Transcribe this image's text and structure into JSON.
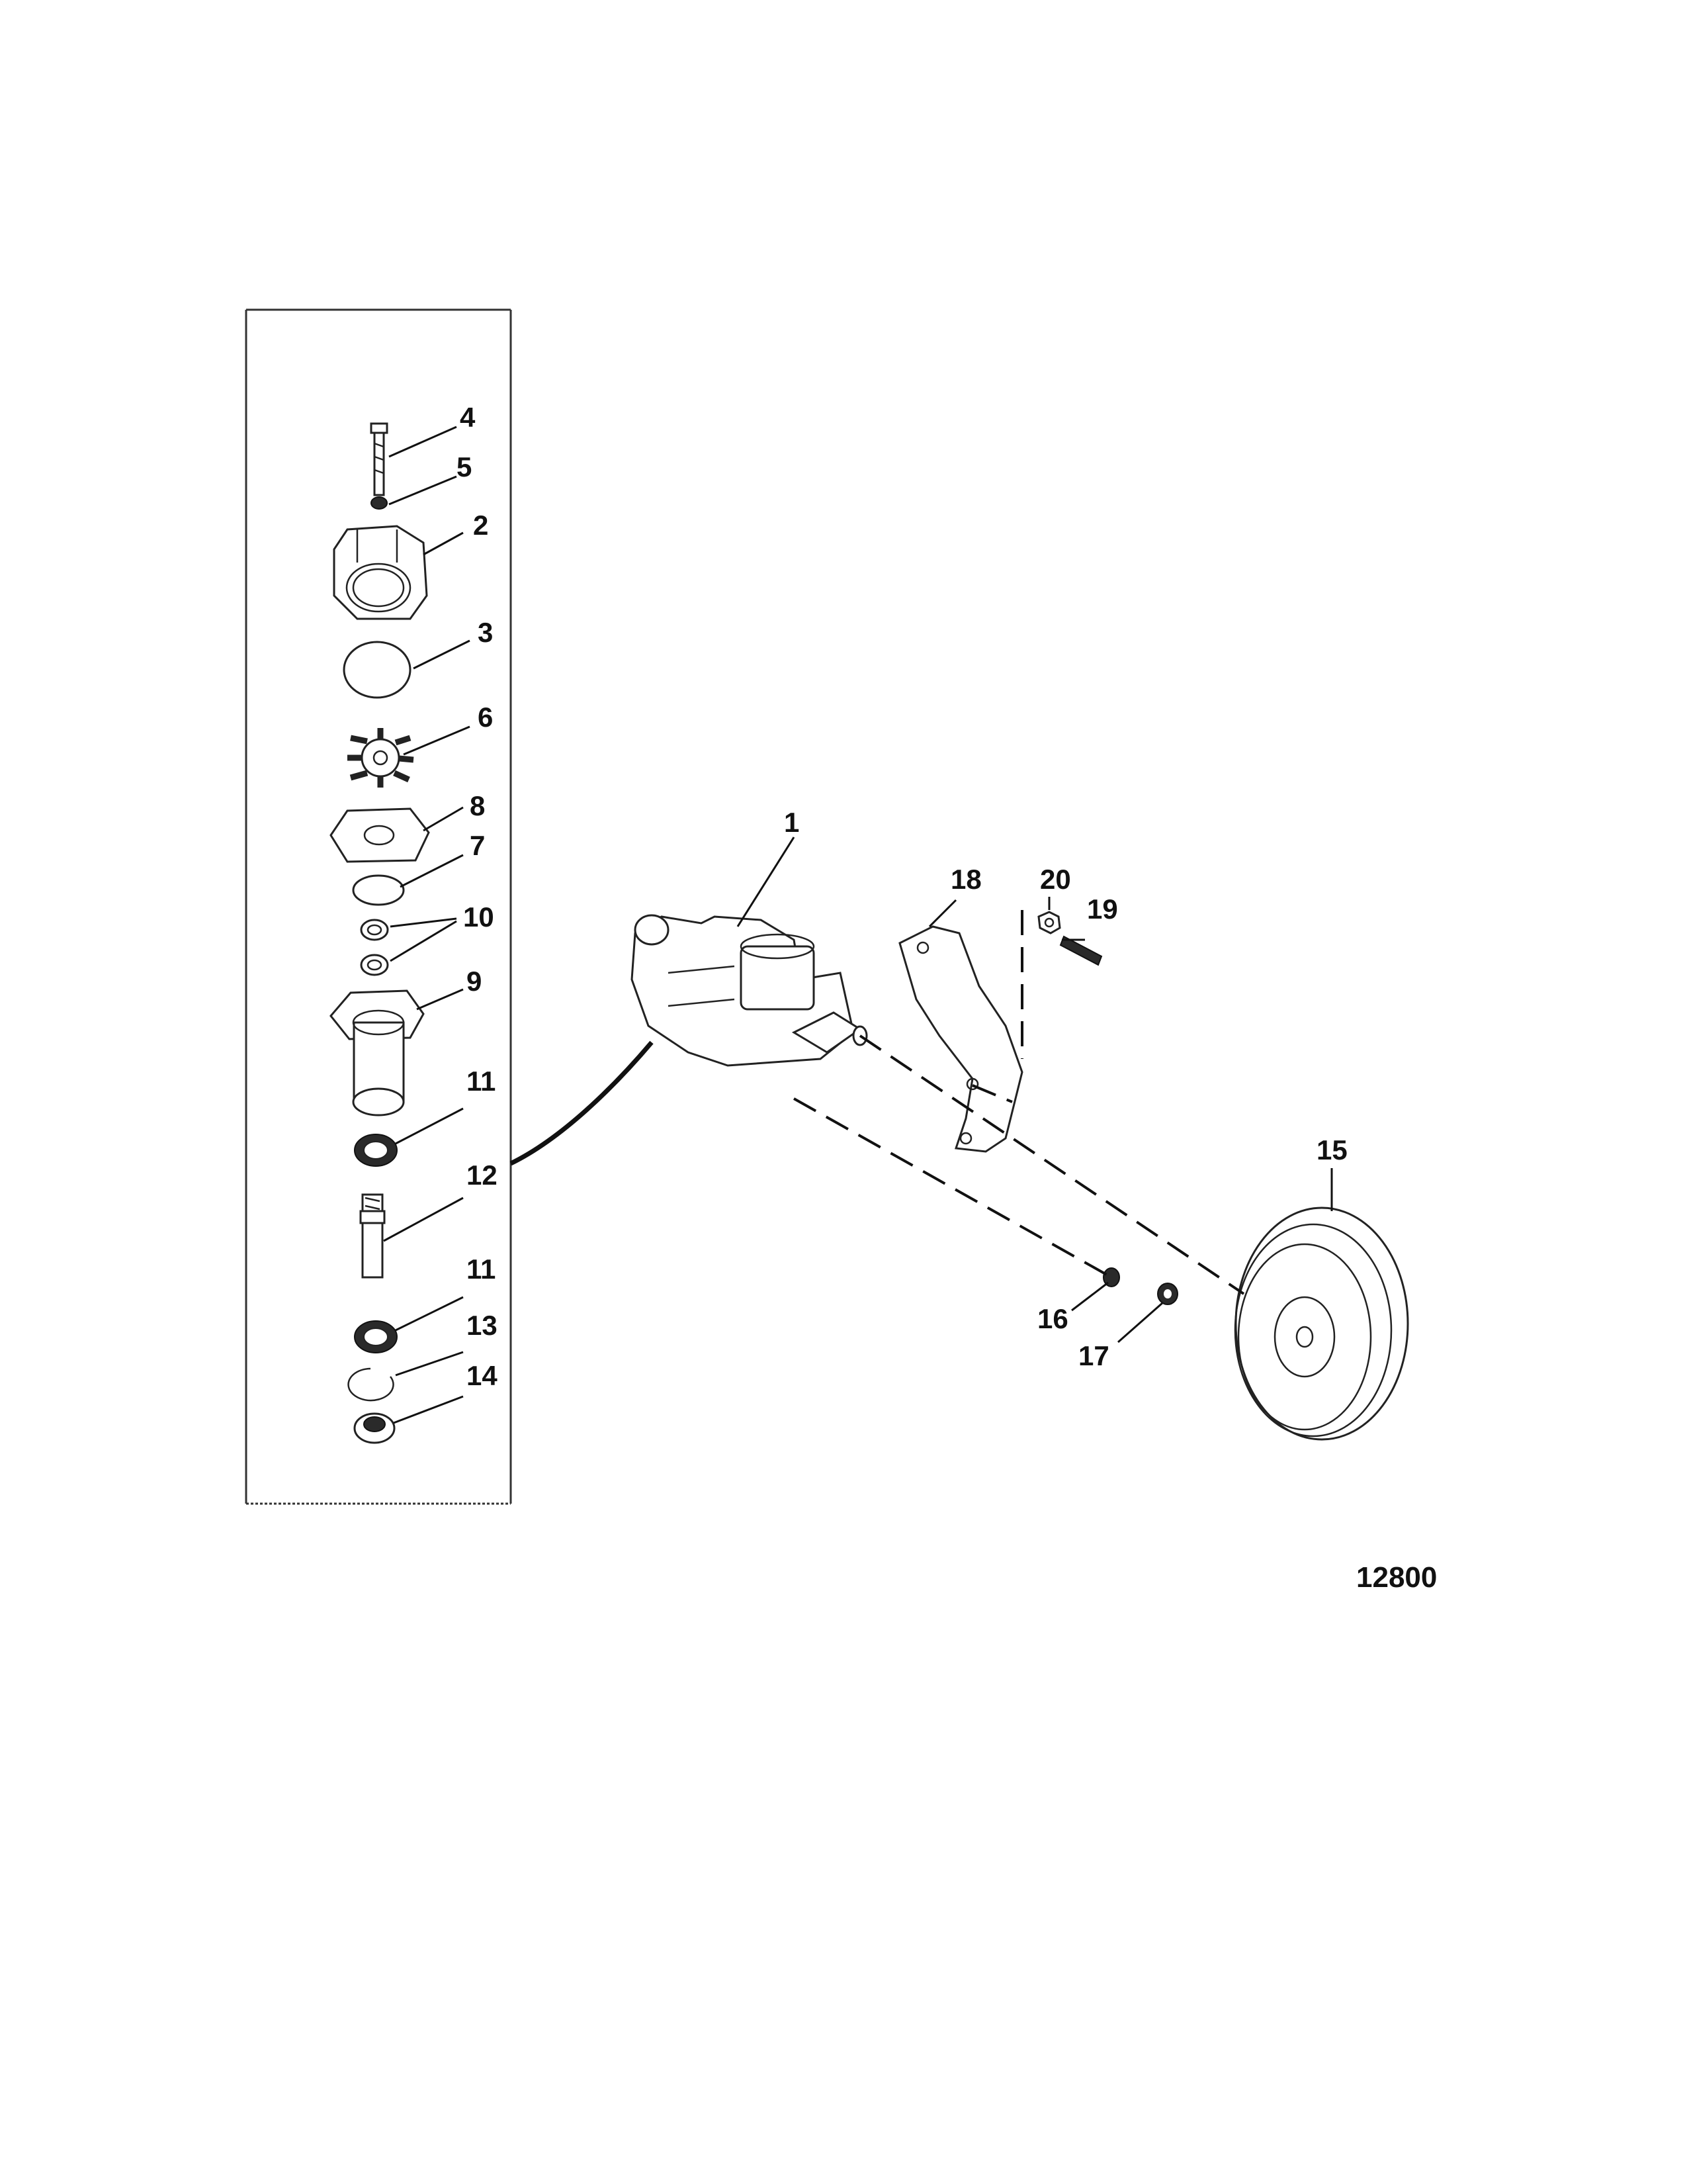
{
  "figure_number": "12800",
  "callouts": {
    "c1": "1",
    "c2": "2",
    "c3": "3",
    "c4": "4",
    "c5": "5",
    "c6": "6",
    "c7": "7",
    "c8": "8",
    "c9": "9",
    "c10": "10",
    "c11a": "11",
    "c11b": "11",
    "c12": "12",
    "c13": "13",
    "c14": "14",
    "c15": "15",
    "c16": "16",
    "c17": "17",
    "c18": "18",
    "c19": "19",
    "c20": "20"
  },
  "icons": {
    "water-pump": "pump-assembly-icon",
    "pulley": "pulley-icon",
    "bracket": "bracket-icon",
    "impeller": "impeller-icon"
  }
}
